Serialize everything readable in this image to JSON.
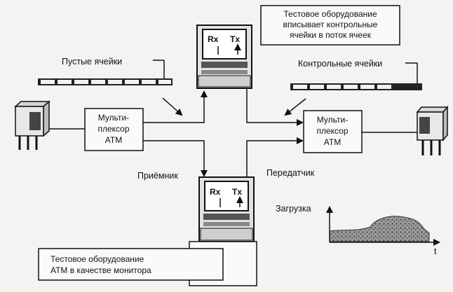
{
  "callouts": {
    "top_note_line1": "Тестовое оборудование",
    "top_note_line2": "вписывает контрольные",
    "top_note_line3": "ячейки в поток ячеек",
    "bottom_note_line1": "Тестовое оборудование",
    "bottom_note_line2": "АТМ в качестве монитора"
  },
  "labels": {
    "empty_cells": "Пустые ячейки",
    "control_cells": "Контрольные ячейки",
    "receiver": "Приёмник",
    "transmitter": "Передатчик",
    "load": "Загрузка",
    "time_axis": "t"
  },
  "mux_left": {
    "line1": "Мульти-",
    "line2": "плексор",
    "line3": "АТМ"
  },
  "mux_right": {
    "line1": "Мульти-",
    "line2": "плексор",
    "line3": "АТМ"
  },
  "tester_top": {
    "rx": "Rx",
    "tx": "Tx"
  },
  "tester_bottom": {
    "rx": "Rx",
    "tx": "Tx"
  }
}
